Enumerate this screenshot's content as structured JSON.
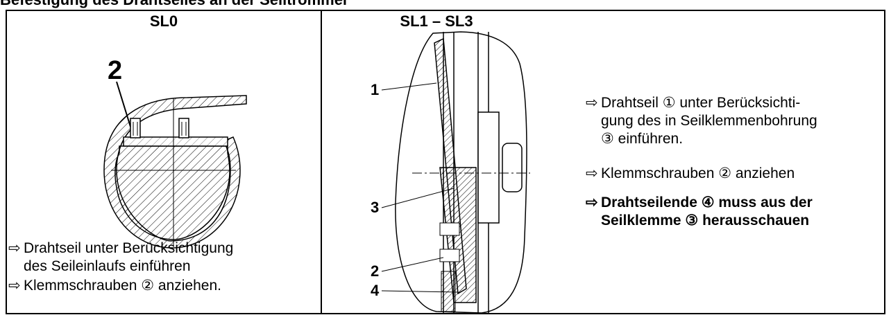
{
  "top_caption": "Befestigung des Drahtseiles an der Seiltrommel",
  "left_panel": {
    "heading": "SL0",
    "callout": "2",
    "steps": [
      {
        "arrow": "⇨",
        "line1": "Drahtseil unter Berücksichtigung",
        "line2": "des Seileinlaufs einführen"
      },
      {
        "arrow": "⇨",
        "line1": "Klemmschrauben ② anziehen.",
        "line2": ""
      }
    ]
  },
  "right_panel": {
    "heading": "SL1 – SL3",
    "callouts": [
      "1",
      "3",
      "2",
      "4"
    ],
    "steps": [
      {
        "arrow": "⇨",
        "line1": "Drahtseil ① unter Berücksichti-",
        "line2": "gung des in Seilklemmenbohrung",
        "line3": "③ einführen."
      },
      {
        "arrow": "⇨",
        "line1": "Klemmschrauben ② anziehen"
      },
      {
        "arrow": "⇨",
        "line1": "Drahtseilende ④ muss aus der",
        "line2": "Seilklemme ③ herausschauen"
      }
    ]
  }
}
